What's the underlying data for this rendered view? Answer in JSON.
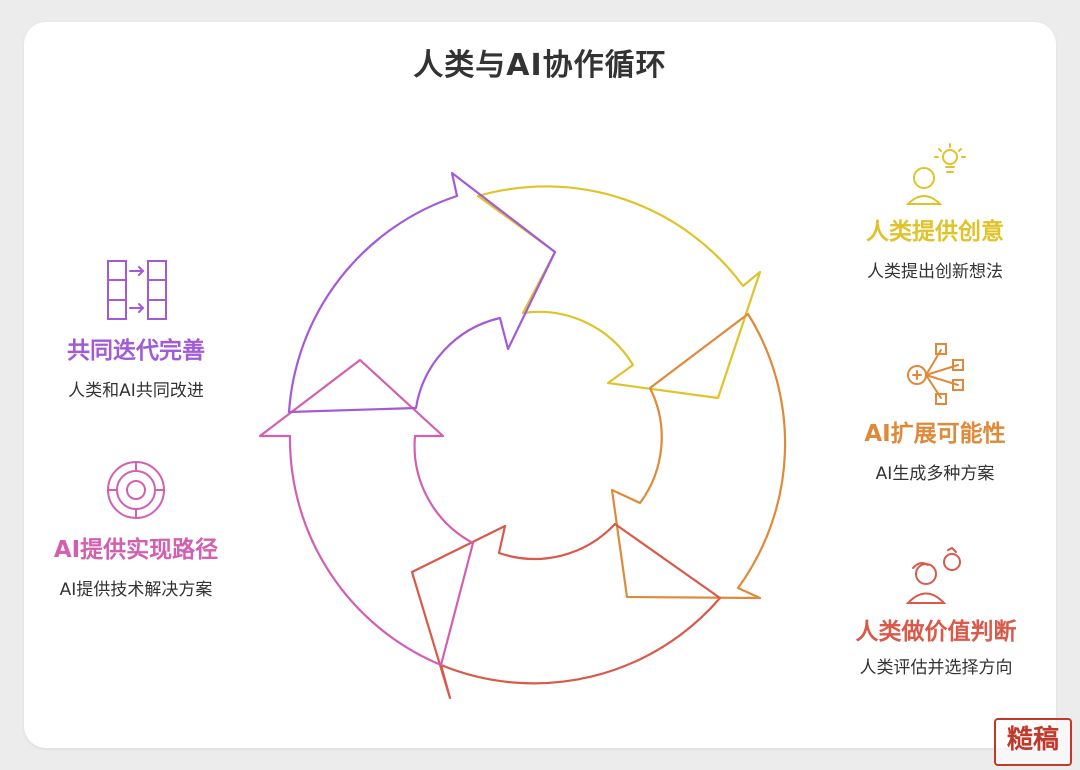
{
  "title": "人类与AI协作循环",
  "nodes": [
    {
      "key": "ideas",
      "label": "人类提供创意",
      "desc": "人类提出创新想法",
      "color": "#e0c32b",
      "icon": "person-lightbulb-icon"
    },
    {
      "key": "expand",
      "label": "AI扩展可能性",
      "desc": "AI生成多种方案",
      "color": "#de8a3a",
      "icon": "branching-network-icon"
    },
    {
      "key": "judge",
      "label": "人类做价值判断",
      "desc": "人类评估并选择方向",
      "color": "#d95a4a",
      "icon": "person-evaluate-icon"
    },
    {
      "key": "path",
      "label": "AI提供实现路径",
      "desc": "AI提供技术解决方案",
      "color": "#d35fb0",
      "icon": "concentric-target-icon"
    },
    {
      "key": "iterate",
      "label": "共同迭代完善",
      "desc": "人类和AI共同改进",
      "color": "#a25bd6",
      "icon": "grid-arrows-icon"
    }
  ],
  "colors": {
    "yellow": "#e0c32b",
    "orange": "#de8a3a",
    "red": "#d95a4a",
    "pink": "#d35fb0",
    "purple": "#a25bd6"
  },
  "watermark": "糙稿"
}
